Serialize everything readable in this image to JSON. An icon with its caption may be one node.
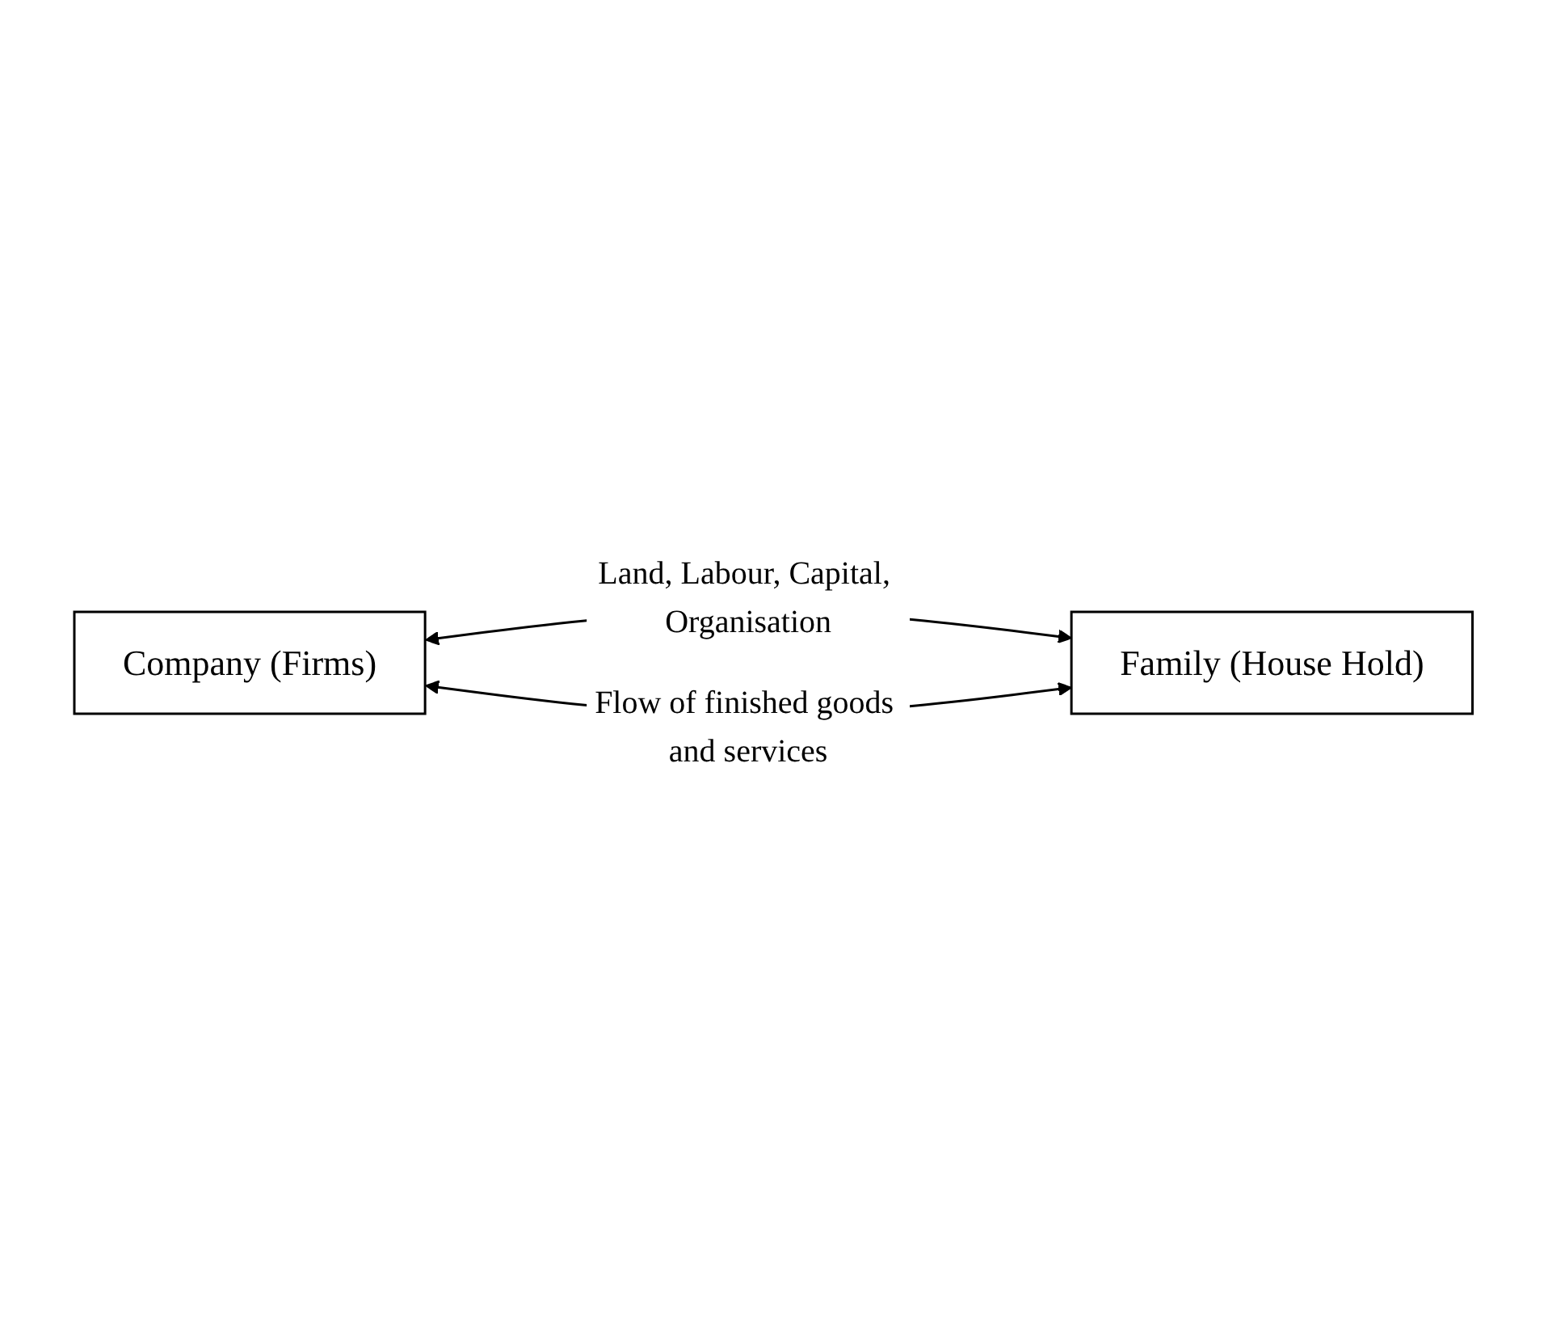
{
  "diagram": {
    "nodes": [
      {
        "text": [
          "Company (Firms)"
        ]
      },
      {
        "text": [
          "Family (House Hold)"
        ]
      }
    ],
    "edges": [
      {
        "from": 0,
        "to": 1,
        "arrow": "both",
        "label": "Land, Labour, Capital, Organisation"
      },
      {
        "from": 0,
        "to": 1,
        "arrow": "both",
        "label": "Flow of finished goods and services"
      }
    ]
  }
}
